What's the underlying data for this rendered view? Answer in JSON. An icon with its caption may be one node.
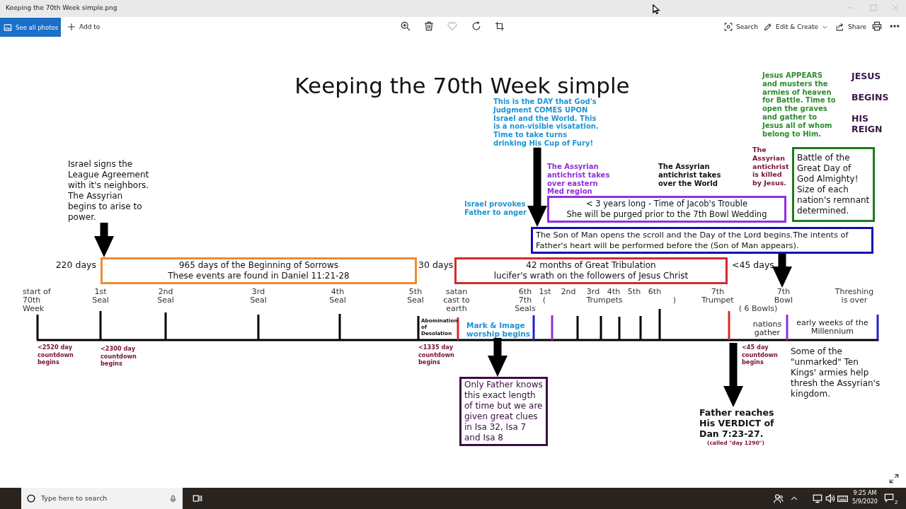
{
  "diagram": {
    "title": "Keeping the 70th Week simple",
    "nodes": [
      {
        "text": [
          "Israel signs the League Agreement with it's neighbors. The Assyrian begins to arise to power."
        ]
      },
      {
        "text": [
          "This is the DAY that God's Judgment COMES UPON Israel and the World. This is a non-visible visatation. Time to take turns drinking His Cup of Fury!"
        ]
      },
      {
        "text": [
          "Battle of the Great Day of God Almighty! Size of each nation's remnant determined."
        ]
      },
      {
        "text": [
          "< 3 years long - Time of Jacob's Trouble",
          "She will be purged prior to the 7th Bowl Wedding"
        ]
      },
      {
        "text": [
          "The Son of Man opens the scroll and the Day of the Lord begins.The intents of Father's heart will be performed before the (Son of Man appears)."
        ]
      },
      {
        "text": [
          "965 days of the Beginning of Sorrows",
          "These events are found in Daniel 11:21-28"
        ]
      },
      {
        "text": [
          "42 months of Great Tribulation",
          "lucifer's wrath on the followers of Jesus Christ"
        ]
      },
      {
        "text": [
          "7th Bowl"
        ]
      },
      {
        "text": [
          "Mark & Image worship begins"
        ]
      },
      {
        "text": [
          "Only Father knows this exact length of time but we are given great clues in Isa 32, Isa 7 and Isa 8"
        ]
      },
      {
        "text": [
          "Father reaches His VERDICT of Dan 7:23-27."
        ],
        "beside": [
          "(called \"day 1290\")"
        ]
      }
    ],
    "edges": [
      {
        "from": 0,
        "to": 5,
        "arrow": "to"
      },
      {
        "from": 1,
        "to": 4,
        "arrow": "to"
      },
      {
        "from": 4,
        "to": 7,
        "arrow": "to"
      },
      {
        "from": 8,
        "to": 9,
        "arrow": "to"
      },
      {
        "from": null,
        "to": 10,
        "arrow": "to"
      }
    ],
    "labels": [
      "Keeping the 70th Week simple.png",
      "See all photos",
      "Add to",
      "Search",
      "Edit & Create",
      "Share",
      "Jesus APPEARS and musters the armies of heaven for Battle. Time to open the graves and gather to Jesus all of whom belong to Him.",
      "JESUS",
      "BEGINS",
      "HIS REIGN",
      "The Assyrian antichrist takes over eastern Med region",
      "The Assyrian antichrist takes over the World",
      "The Assyrian antichrist is killed by Jesus.",
      "Israel provokes Father to anger",
      "220 days",
      "30 days",
      "<45 days",
      "start of 70th Week",
      "1st Seal",
      "2nd Seal",
      "3rd Seal",
      "4th Seal",
      "5th Seal",
      "satan cast to earth",
      "6th 7th Seals",
      "1st",
      "2nd",
      "3rd",
      "4th",
      "5th",
      "6th",
      "7th Trumpet",
      "Threshing is over",
      "(",
      "Trumpets",
      ")",
      "( 6 Bowls)",
      "Abomination of Desolation",
      "nations gather",
      "early weeks of the Millennium",
      "<2520 day countdown begins",
      "<2300 day countdown begins",
      "<1335 day countdown begins",
      "<45 day countdown begins",
      "Some of the \"unmarked\" Ten Kings' armies help thresh the Assyrian's kingdom.",
      "Type here to search",
      "9:25 AM",
      "5/9/2020",
      "2"
    ]
  }
}
